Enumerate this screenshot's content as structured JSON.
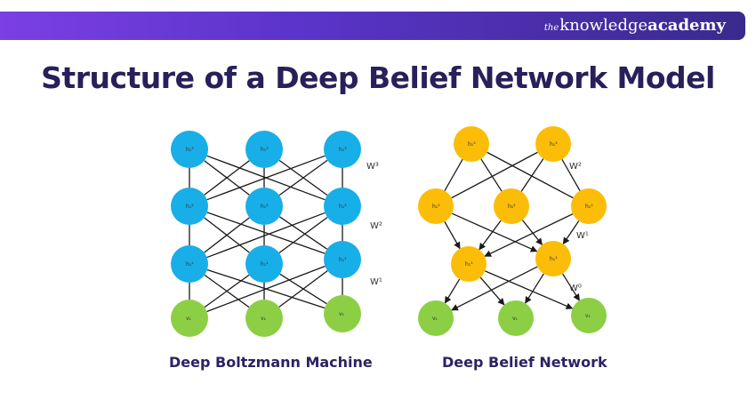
{
  "header": {
    "brand_prefix": "the",
    "brand_main": "knowledge",
    "brand_bold": "academy"
  },
  "title": "Structure of a Deep Belief Network Model",
  "colors": {
    "blue_node": "#18aee8",
    "yellow_node": "#fbbd08",
    "green_node": "#8ccf45",
    "edge": "#1a1a1a"
  },
  "dbm": {
    "caption": "Deep Boltzmann Machine",
    "layers": [
      {
        "label": "h₁³",
        "count": 3,
        "color": "blue"
      },
      {
        "label": "h₁²",
        "count": 3,
        "color": "blue"
      },
      {
        "label": "h₁¹",
        "count": 3,
        "color": "blue"
      },
      {
        "label": "v₁",
        "count": 3,
        "color": "green"
      }
    ],
    "weights": [
      "W³",
      "W²",
      "W¹"
    ]
  },
  "dbn": {
    "caption": "Deep Belief Network",
    "layers": [
      {
        "label": "h₁³",
        "count": 2,
        "color": "yellow"
      },
      {
        "label": "h₁²",
        "count": 3,
        "color": "yellow"
      },
      {
        "label": "h₁¹",
        "count": 2,
        "color": "yellow"
      },
      {
        "label": "v₁",
        "count": 3,
        "color": "green"
      }
    ],
    "weights": [
      "W²",
      "W¹",
      "W⁰"
    ]
  }
}
